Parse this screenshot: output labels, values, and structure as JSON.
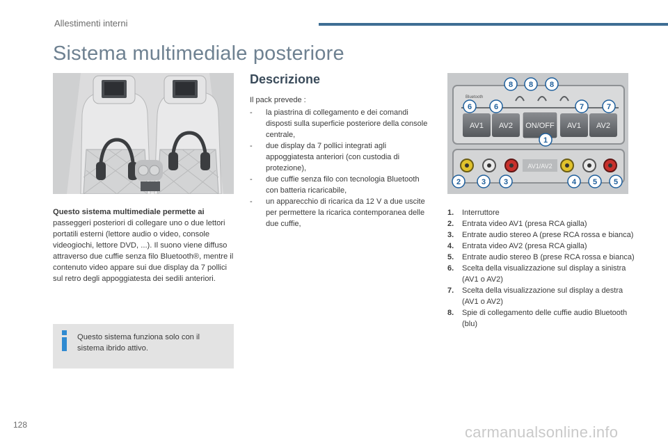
{
  "header": {
    "section": "Allestimenti interni",
    "accent_color": "#3f6e94"
  },
  "title": "Sistema multimediale posteriore",
  "intro": {
    "lead": "Questo sistema multimediale permette ai",
    "text": "passeggeri posteriori di collegare uno o due lettori portatili esterni (lettore audio o video, console videogiochi, lettore DVD, ...). Il suono viene diffuso attraverso due cuffie senza filo Bluetooth®, mentre il contenuto video appare sui due display da 7 pollici sul retro degli appoggiatesta dei sedili anteriori."
  },
  "info_box": {
    "icon": "info-icon",
    "text": "Questo sistema funziona solo con il sistema ibrido attivo."
  },
  "description": {
    "title": "Descrizione",
    "intro": "Il pack prevede :",
    "items": [
      "la piastrina di collegamento e dei comandi disposti sulla superficie posteriore della console centrale,",
      "due display da 7 pollici integrati agli appoggiatesta anteriori (con custodia di protezione),",
      "due cuffie senza filo con tecnologia Bluetooth con batteria ricaricabile,",
      "un apparecchio di ricarica da 12 V a due uscite per permettere la ricarica contemporanea delle due cuffie,"
    ]
  },
  "panel": {
    "bluetooth_label": "Bluetooth",
    "buttons": [
      "AV1",
      "AV2",
      "ON/OFF",
      "AV1",
      "AV2"
    ],
    "socket_label": "AV1/AV2",
    "callouts": [
      "8",
      "8",
      "8",
      "6",
      "6",
      "7",
      "7",
      "1",
      "2",
      "3",
      "3",
      "4",
      "5",
      "5"
    ]
  },
  "legend": [
    {
      "num": "1.",
      "text": "Interruttore"
    },
    {
      "num": "2.",
      "text": "Entrata video AV1 (presa RCA gialla)"
    },
    {
      "num": "3.",
      "text": "Entrate audio stereo A (prese RCA rossa e bianca)"
    },
    {
      "num": "4.",
      "text": "Entrata video AV2 (presa RCA gialla)"
    },
    {
      "num": "5.",
      "text": "Entrate audio stereo B (prese RCA rossa e bianca)"
    },
    {
      "num": "6.",
      "text": "Scelta della visualizzazione sul display a sinistra (AV1 o AV2)"
    },
    {
      "num": "7.",
      "text": "Scelta della visualizzazione sul display a destra (AV1 o AV2)"
    },
    {
      "num": "8.",
      "text": "Spie di collegamento delle cuffie audio Bluetooth (blu)"
    }
  ],
  "page_number": "128",
  "watermark": "carmanualsonline.info"
}
